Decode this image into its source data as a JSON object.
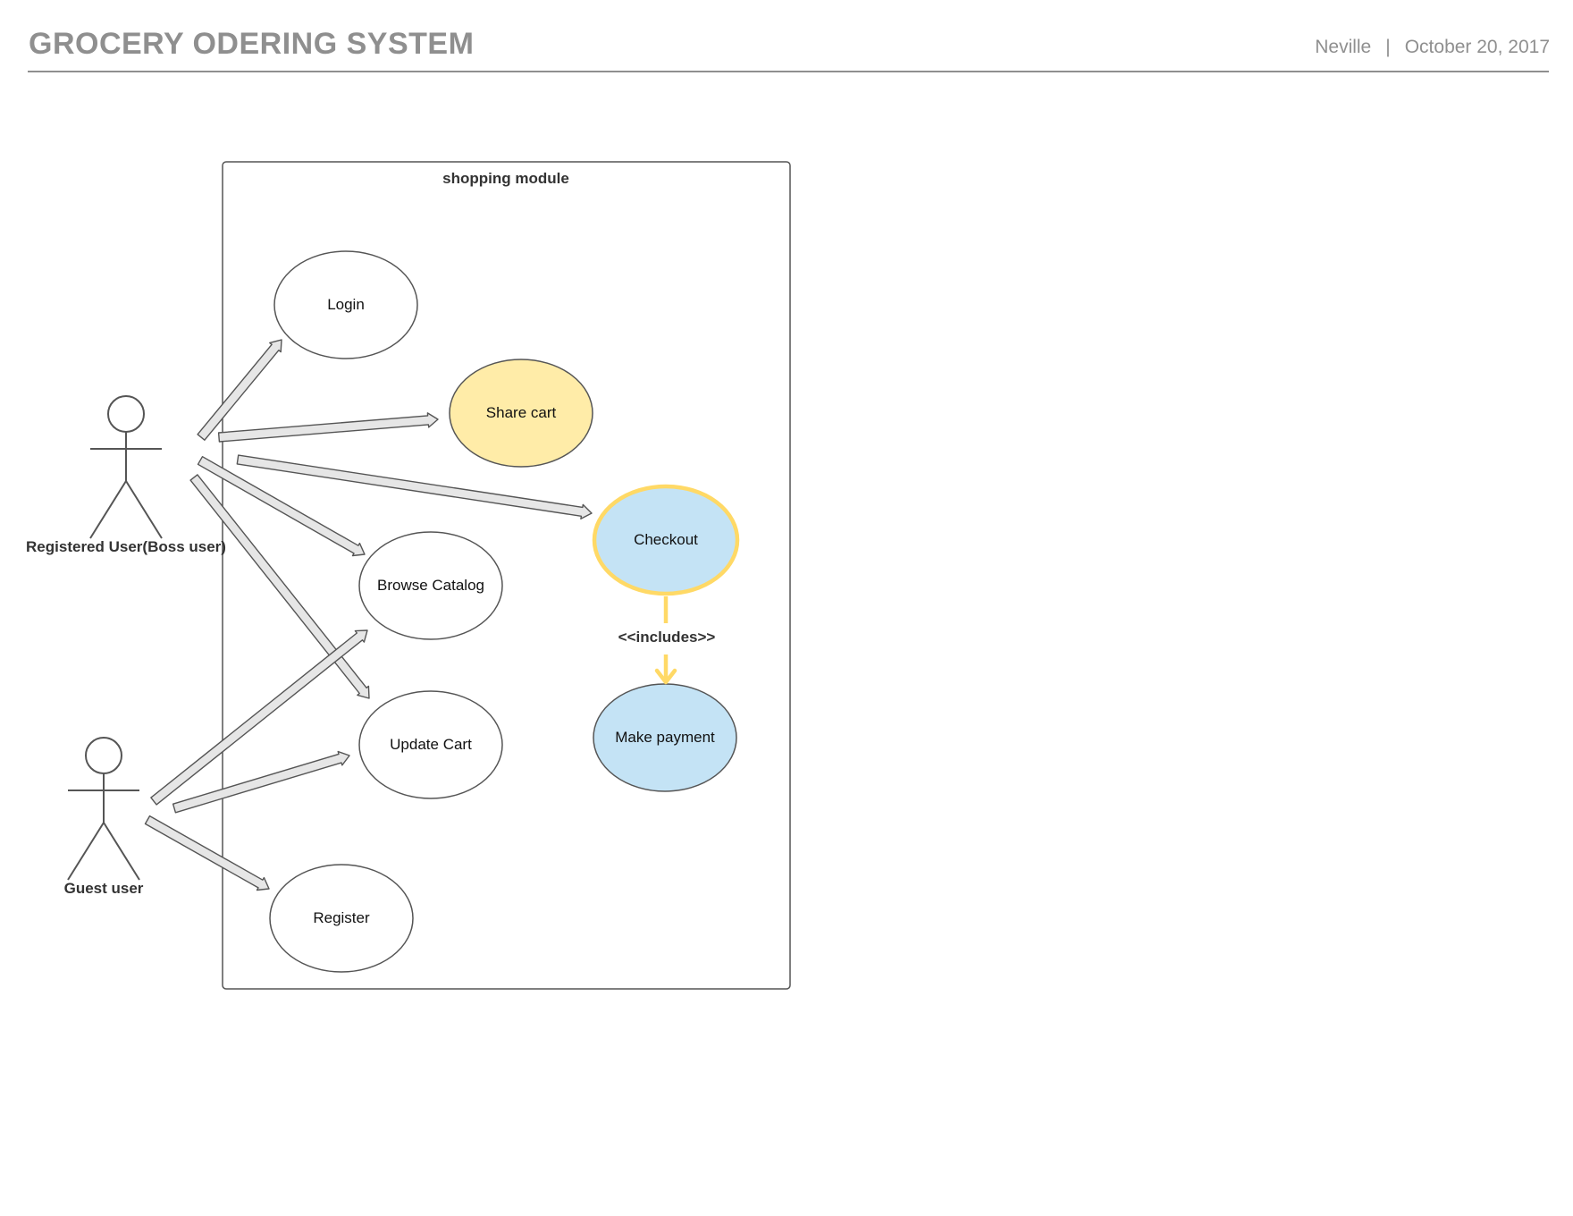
{
  "header": {
    "title": "GROCERY ODERING SYSTEM",
    "author": "Neville",
    "separator": "|",
    "date": "October 20, 2017"
  },
  "diagram": {
    "system_boundary": {
      "label": "shopping module"
    },
    "actors": {
      "registered": {
        "label": "Registered User(Boss user)"
      },
      "guest": {
        "label": "Guest user"
      }
    },
    "use_cases": {
      "login": {
        "label": "Login"
      },
      "share_cart": {
        "label": "Share cart"
      },
      "checkout": {
        "label": "Checkout"
      },
      "browse_catalog": {
        "label": "Browse Catalog"
      },
      "update_cart": {
        "label": "Update Cart"
      },
      "make_payment": {
        "label": "Make payment"
      },
      "register": {
        "label": "Register"
      }
    },
    "relationships": {
      "includes": {
        "label": "<<includes>>"
      }
    },
    "colors": {
      "share_cart_fill": "#ffeca8",
      "checkout_fill": "#c4e3f5",
      "checkout_border": "#ffd966",
      "payment_fill": "#c4e3f5",
      "includes_line": "#ffd966",
      "arrow_fill": "#e6e6e6",
      "stroke": "#555555"
    }
  }
}
